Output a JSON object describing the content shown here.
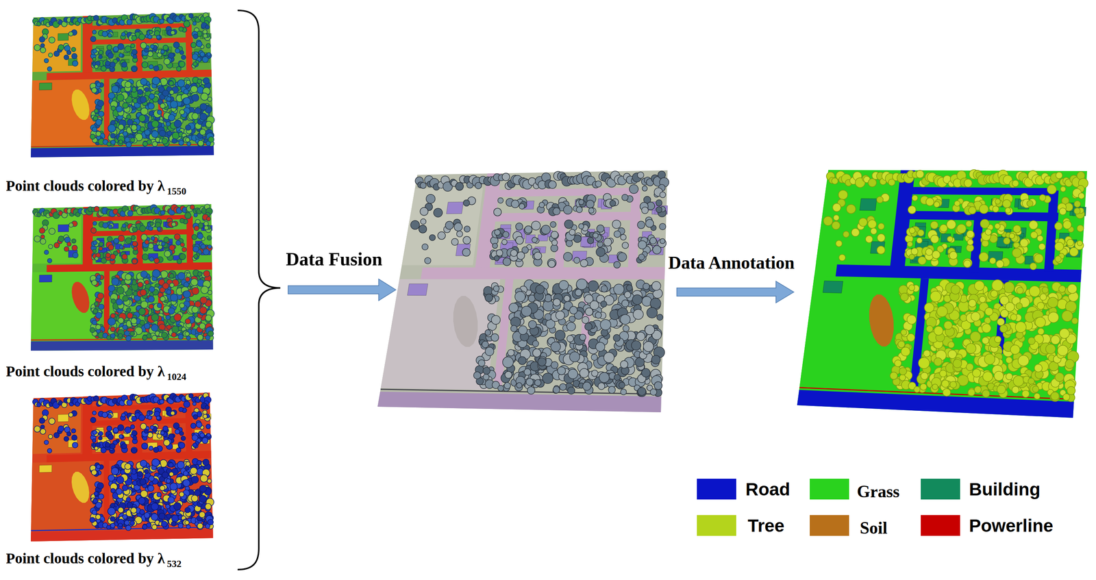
{
  "diagram": {
    "labels": [
      "Point clouds colored by λ",
      "1550",
      "Point clouds colored by λ",
      "1024",
      "Point clouds colored by λ",
      "532",
      "Data Fusion",
      "Data Annotation"
    ],
    "legend": [
      {
        "text": "Road",
        "color": "#0a14c8"
      },
      {
        "text": "Grass",
        "color": "#2ad21e"
      },
      {
        "text": "Building",
        "color": "#128a5c"
      },
      {
        "text": "Tree",
        "color": "#b4d41c"
      },
      {
        "text": "Soil",
        "color": "#b8701a"
      },
      {
        "text": "Powerline",
        "color": "#c80000"
      }
    ]
  }
}
